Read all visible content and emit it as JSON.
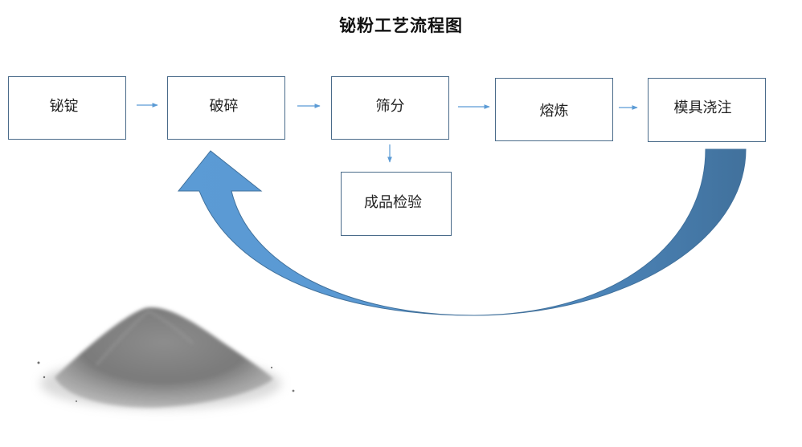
{
  "diagram": {
    "title": "铋粉工艺流程图",
    "nodes": [
      {
        "id": "ingot",
        "label": "铋锭"
      },
      {
        "id": "crush",
        "label": "破碎"
      },
      {
        "id": "sieve",
        "label": "筛分"
      },
      {
        "id": "smelt",
        "label": "熔炼"
      },
      {
        "id": "cast",
        "label": "模具浇注"
      },
      {
        "id": "inspect",
        "label": "成品检验"
      }
    ],
    "edges": [
      {
        "from": "ingot",
        "to": "crush"
      },
      {
        "from": "crush",
        "to": "sieve"
      },
      {
        "from": "sieve",
        "to": "smelt"
      },
      {
        "from": "smelt",
        "to": "cast"
      },
      {
        "from": "sieve",
        "to": "inspect"
      },
      {
        "from": "cast",
        "to": "crush"
      }
    ],
    "image": "bismuth-powder-pile"
  },
  "colors": {
    "box_border": "#4a6b8a",
    "connector": "#5b9bd5",
    "return_arrow_light": "#5b9bd5",
    "return_arrow_dark": "#41719c",
    "powder": "#7a7a7a"
  }
}
